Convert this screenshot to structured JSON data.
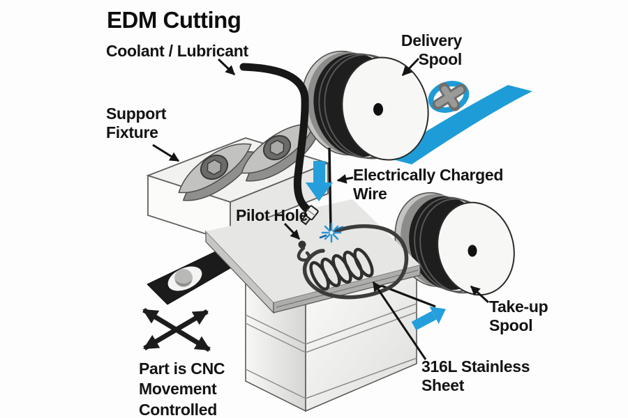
{
  "title": "EDM Cutting",
  "labels": {
    "coolant": "Coolant / Lubricant",
    "support_fixture": "Support\nFixture",
    "delivery_spool": "Delivery\nSpool",
    "charged_wire": "Electrically Charged\nWire",
    "pilot_hole": "Pilot Hole",
    "take_up_spool": "Take-up\nSpool",
    "stainless_sheet": "316L Stainless\nSheet",
    "cnc_note": "Part is CNC\nMovement\nControlled"
  },
  "colors": {
    "accent_blue": "#249FDB",
    "spark_blue": "#3FA9F5",
    "ink": "#161616",
    "metal_light": "#e8e8e6",
    "spool_rim_dark": "#1e1e1e",
    "clamp_gray": "#c2c2c0"
  },
  "components": [
    "delivery-spool",
    "take-up-spool",
    "electrode-wire",
    "coolant-tube",
    "nozzle",
    "spark",
    "pilot-hole",
    "cut-path",
    "coil-cut",
    "workpiece-sheet",
    "support-fixture",
    "clamp",
    "hex-nut",
    "pedestal",
    "mounting-strap",
    "cnc-motion-arrows",
    "wire-feed-ribbon",
    "feed-direction-arrow"
  ]
}
